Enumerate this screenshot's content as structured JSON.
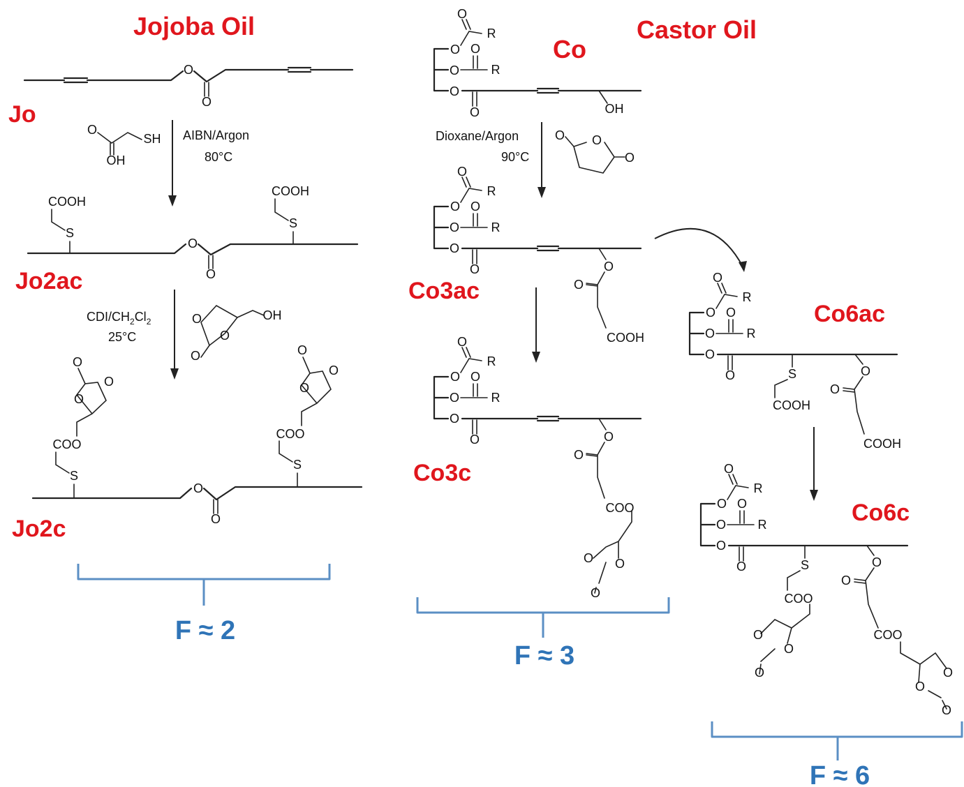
{
  "titles": {
    "jojoba": "Jojoba Oil",
    "castor": "Castor Oil"
  },
  "labels": {
    "jo": "Jo",
    "jo2ac": "Jo2ac",
    "jo2c": "Jo2c",
    "co": "Co",
    "co3ac": "Co3ac",
    "co3c": "Co3c",
    "co6ac": "Co6ac",
    "co6c": "Co6c"
  },
  "conditions": {
    "aibn": "AIBN/Argon",
    "t80": "80°C",
    "cdi_a": "CDI/CH",
    "cdi_b": "2",
    "cdi_c": "Cl",
    "cdi_d": "2",
    "t25": "25°C",
    "dioxane": "Dioxane/Argon",
    "t90": "90°C"
  },
  "atoms": {
    "O": "O",
    "OH": "OH",
    "SH": "SH",
    "S": "S",
    "R": "R",
    "COOH": "COOH",
    "COO": "COO",
    "OCO": "O—"
  },
  "functionality": {
    "f2": "F ≈ 2",
    "f3": "F ≈ 3",
    "f6": "F ≈ 6"
  }
}
